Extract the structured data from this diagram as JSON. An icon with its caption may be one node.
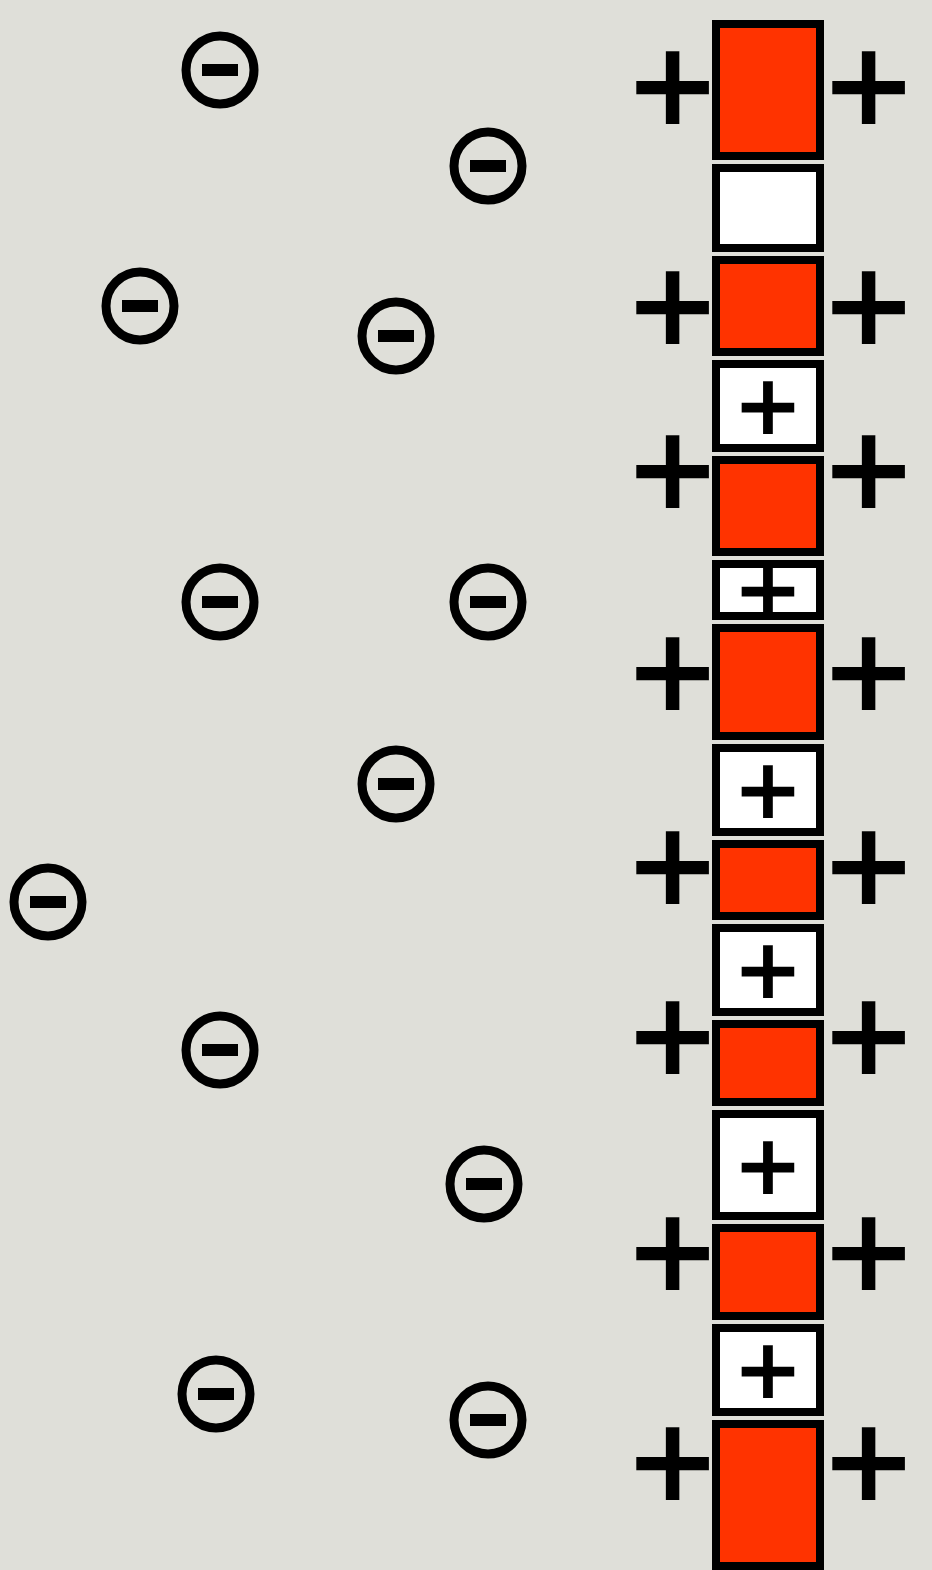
{
  "diagram": {
    "nodes": [
      {
        "text": [],
        "shape": "box"
      },
      {
        "text": [],
        "shape": "box"
      },
      {
        "text": [],
        "shape": "box"
      },
      {
        "text": [
          "+"
        ]
      },
      {
        "text": [],
        "shape": "box"
      },
      {
        "text": [
          "+"
        ]
      },
      {
        "text": [],
        "shape": "box"
      },
      {
        "text": [
          "+"
        ]
      },
      {
        "text": [],
        "shape": "box"
      },
      {
        "text": [
          "+"
        ]
      },
      {
        "text": [],
        "shape": "box"
      },
      {
        "text": [
          "+"
        ]
      },
      {
        "text": [],
        "shape": "box"
      },
      {
        "text": [
          "+"
        ]
      },
      {
        "text": [],
        "shape": "box"
      }
    ],
    "labels": [
      "+",
      "+",
      "+",
      "+",
      "+",
      "+",
      "+",
      "+",
      "+",
      "+",
      "+",
      "+",
      "+",
      "+",
      "+",
      "+"
    ]
  }
}
